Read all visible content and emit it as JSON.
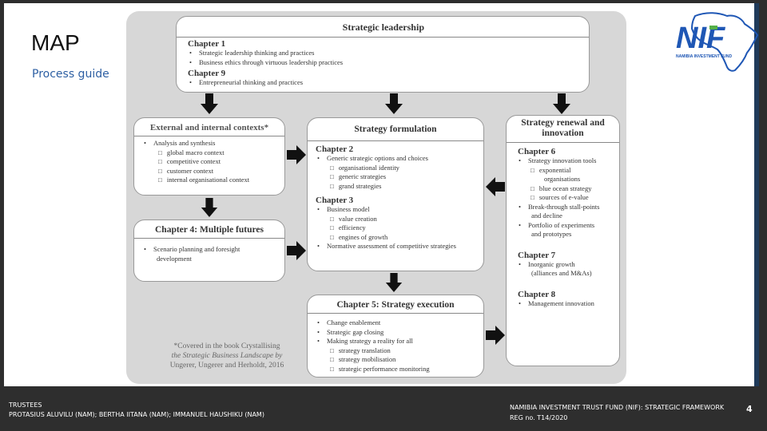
{
  "slide": {
    "title": "MAP",
    "subtitle": "Process guide"
  },
  "logo": {
    "text": "NIF",
    "tagline": "NAMIBIA INVESTMENT FUND",
    "colors": {
      "blue": "#1f57b5",
      "green": "#55b047"
    }
  },
  "diagram": {
    "top_box": {
      "title": "Strategic leadership",
      "ch1": "Chapter 1",
      "ch1_items": [
        "Strategic leadership thinking and practices",
        "Business ethics through virtuous leadership practices"
      ],
      "ch9": "Chapter 9",
      "ch9_items": [
        "Entrepreneurial thinking and practices"
      ]
    },
    "ext_box": {
      "title": "External and internal contexts*",
      "bullet": "Analysis and synthesis",
      "items": [
        "global macro context",
        "competitive context",
        "customer context",
        "internal organisational context"
      ]
    },
    "futures_box": {
      "title": "Chapter 4: Multiple futures",
      "bullet": "Scenario planning and foresight",
      "bullet_cont": "development"
    },
    "formulation_box": {
      "title": "Strategy formulation",
      "ch2": "Chapter 2",
      "ch2_bullet": "Generic strategic options and choices",
      "ch2_items": [
        "organisational identity",
        "generic strategies",
        "grand strategies"
      ],
      "ch3": "Chapter 3",
      "ch3_bullet": "Business model",
      "ch3_items": [
        "value creation",
        "efficiency",
        "engines of growth"
      ],
      "ch3_bullet2": "Normative assessment of competitive strategies"
    },
    "execution_box": {
      "title": "Chapter 5: Strategy execution",
      "bullets": [
        "Change enablement",
        "Strategic gap closing",
        "Making strategy a reality for all"
      ],
      "items": [
        "strategy translation",
        "strategy mobilisation",
        "strategic performance monitoring"
      ]
    },
    "renewal_box": {
      "title_l1": "Strategy renewal and",
      "title_l2": "innovation",
      "ch6": "Chapter 6",
      "ch6_bullet": "Strategy innovation tools",
      "ch6_items": [
        "exponential",
        "organisations",
        "blue ocean strategy",
        "sources of e-value"
      ],
      "ch6_b2_l1": "Break-through stall-points",
      "ch6_b2_l2": "and decline",
      "ch6_b3_l1": "Portfolio of experiments",
      "ch6_b3_l2": "and prototypes",
      "ch7": "Chapter 7",
      "ch7_l1": "Inorganic growth",
      "ch7_l2": "(alliances and M&As)",
      "ch8": "Chapter 8",
      "ch8_item": "Management innovation"
    },
    "note": {
      "l1": "*Covered in the book Crystallising",
      "l2": "the Strategic Business Landscape by",
      "l3": "Ungerer, Ungerer and Herholdt, 2016"
    }
  },
  "footer": {
    "trustees_label": "TRUSTEES",
    "trustees": "PROTASIUS ALUVILU (NAM); BERTHA IITANA (NAM); IMMANUEL HAUSHIKU (NAM)",
    "fund": "NAMIBIA INVESTMENT TRUST FUND (NIF): STRATEGIC FRAMEWORK",
    "reg": "REG no. T14/2020",
    "page": "4"
  }
}
